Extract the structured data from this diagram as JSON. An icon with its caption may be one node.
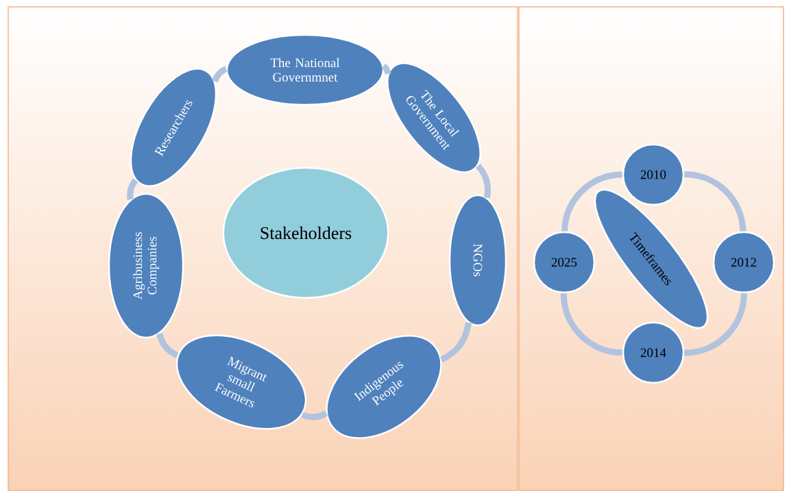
{
  "diagram": {
    "nodes": [
      {
        "text": [
          "The National Governmnet"
        ]
      },
      {
        "text": [
          "The Local Government"
        ]
      },
      {
        "text": [
          "NGOs"
        ]
      },
      {
        "text": [
          "Indigenous People"
        ]
      },
      {
        "text": [
          "Migrant small Farmers"
        ]
      },
      {
        "text": [
          "Agribusiness Companies"
        ]
      },
      {
        "text": [
          "Researchers"
        ]
      },
      {
        "text": [
          "Stakeholders"
        ]
      },
      {
        "text": [
          "2010"
        ]
      },
      {
        "text": [
          "2012"
        ]
      },
      {
        "text": [
          "2014"
        ]
      },
      {
        "text": [
          "2025"
        ]
      },
      {
        "text": [
          "Timeframes"
        ]
      }
    ],
    "edges": [
      {
        "from": 0,
        "to": 1,
        "arrow": "none"
      },
      {
        "from": 1,
        "to": 2,
        "arrow": "none"
      },
      {
        "from": 2,
        "to": 3,
        "arrow": "none"
      },
      {
        "from": 3,
        "to": 4,
        "arrow": "none"
      },
      {
        "from": 4,
        "to": 5,
        "arrow": "none"
      },
      {
        "from": 5,
        "to": 6,
        "arrow": "none"
      },
      {
        "from": 6,
        "to": 0,
        "arrow": "none"
      },
      {
        "from": 8,
        "to": 9,
        "arrow": "none"
      },
      {
        "from": 9,
        "to": 10,
        "arrow": "none"
      },
      {
        "from": 10,
        "to": 11,
        "arrow": "none"
      },
      {
        "from": 11,
        "to": 8,
        "arrow": "none"
      }
    ]
  }
}
